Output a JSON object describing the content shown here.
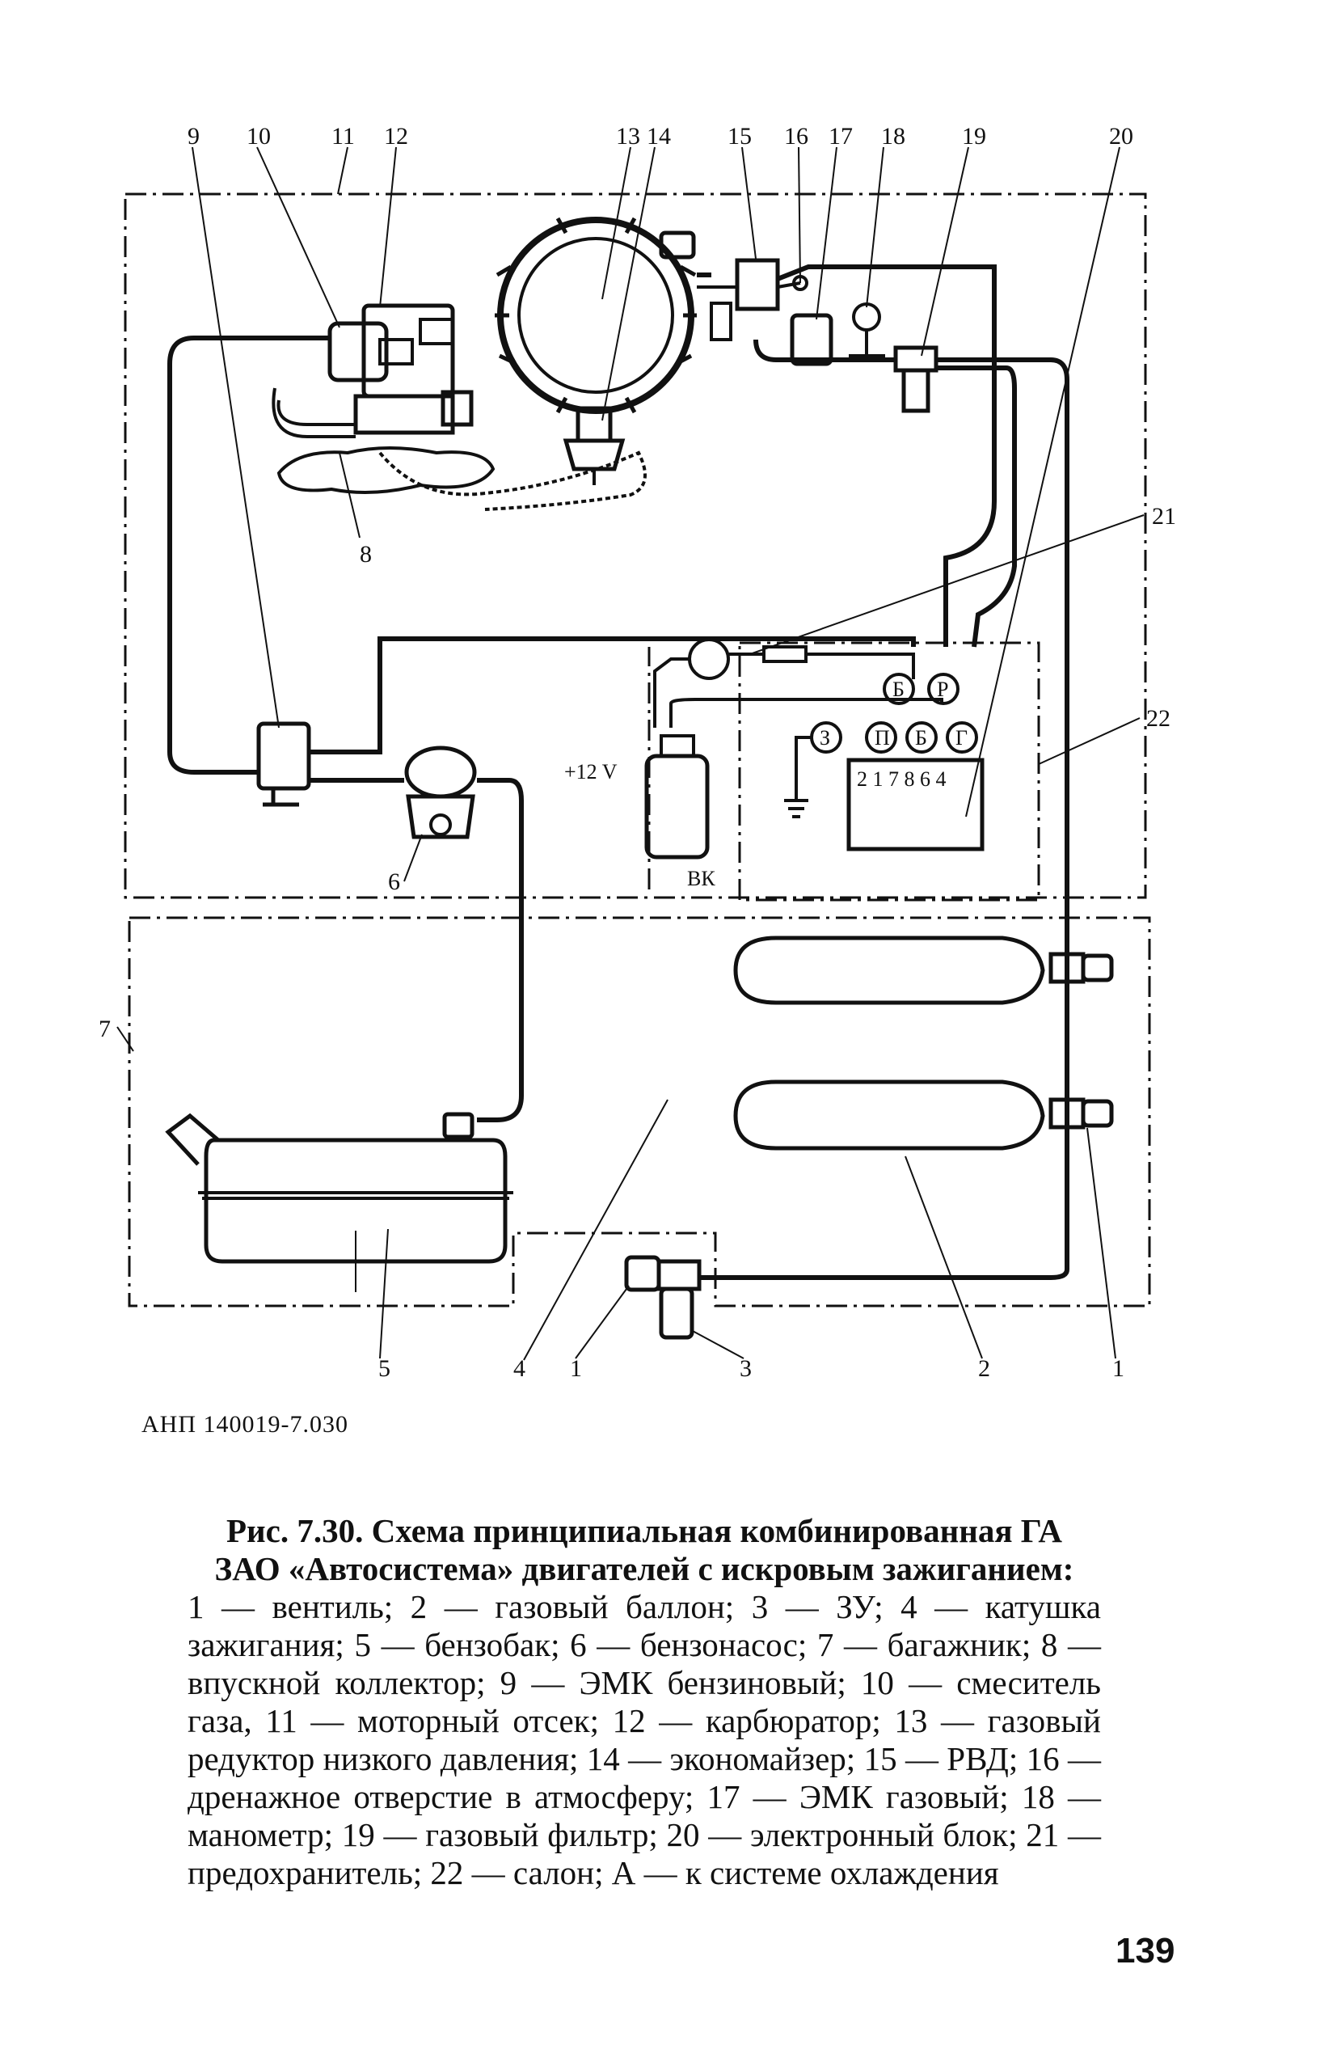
{
  "figure": {
    "callouts": {
      "c1": "1",
      "c2": "2",
      "c3": "3",
      "c4": "4",
      "c5": "5",
      "c6": "6",
      "c7": "7",
      "c8": "8",
      "c9": "9",
      "c10": "10",
      "c11": "11",
      "c12": "12",
      "c13": "13",
      "c14": "14",
      "c15": "15",
      "c16": "16",
      "c17": "17",
      "c18": "18",
      "c19": "19",
      "c20": "20",
      "c21": "21",
      "c22": "22"
    },
    "labels": {
      "voltage": "+12 V",
      "ignition_coil": "ВК",
      "terminal_b1": "Б",
      "terminal_p": "Р",
      "terminal_b2": "Б",
      "terminal_p2": "П",
      "terminal_3": "З",
      "terminal_g": "Г",
      "connector_pins": "2 1 7 8 6 4"
    },
    "code": "АНП 140019-7.030"
  },
  "caption": {
    "title_line1": "Рис. 7.30. Схема принципиальная комбинированная ГА",
    "title_line2": "ЗАО «Автосистема» двигателей с искровым зажиганием:",
    "body": "1 — вентиль; 2 — газовый баллон; 3 — ЗУ; 4 — катушка зажигания; 5 — бензобак; 6 — бензонасос; 7 — багажник; 8 — впускной коллектор; 9 — ЭМК бензиновый; 10 — смеситель газа, 11 — моторный отсек; 12 — карбюратор; 13 — газовый редуктор низкого давления; 14 — экономайзер; 15 — РВД; 16 — дренажное отверстие в атмосферу; 17 — ЭМК газовый; 18 — манометр; 19 — газовый фильтр; 20 — электронный блок; 21 — предохранитель; 22 — салон; А — к системе охлаждения"
  },
  "page_number": "139"
}
